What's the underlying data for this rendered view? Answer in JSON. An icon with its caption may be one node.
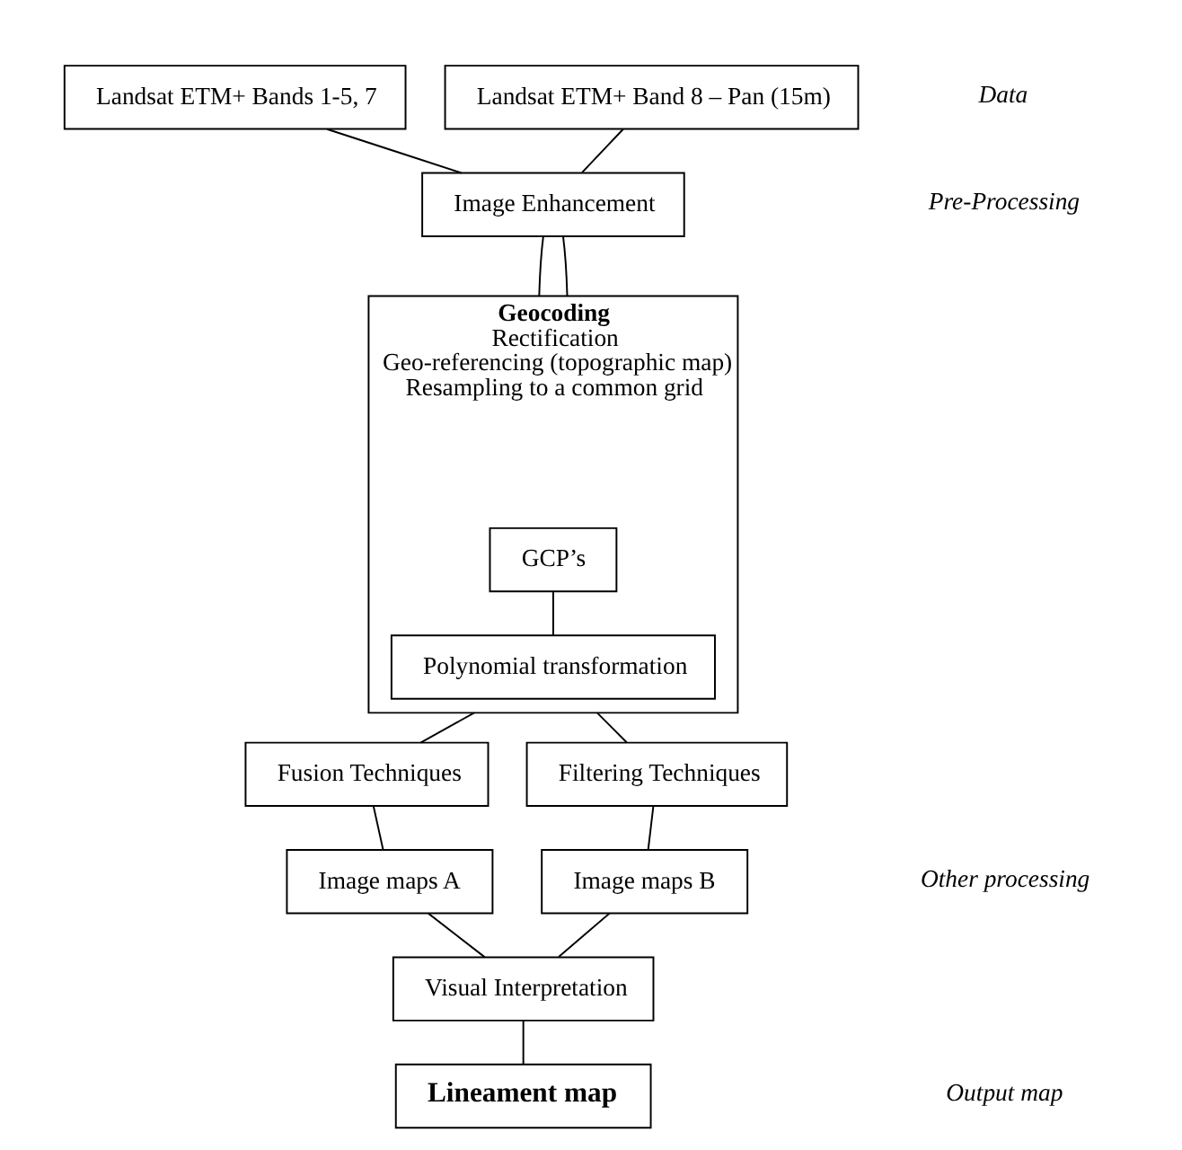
{
  "diagram": {
    "nodes": [
      {
        "text": [
          "Landsat ETM+ Bands 1-5, 7"
        ]
      },
      {
        "text": [
          "Landsat ETM+ Band 8 – Pan (15m)"
        ]
      },
      {
        "text": [
          "Image Enhancement"
        ]
      },
      {
        "text": [
          "Geocoding",
          "Rectification",
          "Geo-referencing (topographic map)",
          "Resampling to a common grid"
        ]
      },
      {
        "text": [
          "GCP’s"
        ],
        "in": 3
      },
      {
        "text": [
          "Polynomial transformation"
        ],
        "in": 3
      },
      {
        "text": [
          "Fusion Techniques"
        ]
      },
      {
        "text": [
          "Filtering Techniques"
        ]
      },
      {
        "text": [
          "Image maps A"
        ]
      },
      {
        "text": [
          "Image maps B"
        ]
      },
      {
        "text": [
          "Visual Interpretation"
        ]
      },
      {
        "text": [
          "Lineament map"
        ]
      }
    ],
    "edges": [
      {
        "from": 0,
        "to": 2,
        "arrow": "none"
      },
      {
        "from": 1,
        "to": 2,
        "arrow": "none"
      },
      {
        "from": 2,
        "to": 3,
        "arrow": "none"
      },
      {
        "from": 2,
        "to": 3,
        "arrow": "none"
      },
      {
        "from": 4,
        "to": 5,
        "arrow": "none"
      },
      {
        "from": 3,
        "to": 6,
        "arrow": "none"
      },
      {
        "from": 3,
        "to": 7,
        "arrow": "none"
      },
      {
        "from": 6,
        "to": 8,
        "arrow": "none"
      },
      {
        "from": 7,
        "to": 9,
        "arrow": "none"
      },
      {
        "from": 8,
        "to": 10,
        "arrow": "none"
      },
      {
        "from": 9,
        "to": 10,
        "arrow": "none"
      },
      {
        "from": 10,
        "to": 11,
        "arrow": "none"
      }
    ],
    "labels": [
      "Data",
      "Pre-Processing",
      "Other processing",
      "Output map"
    ]
  }
}
